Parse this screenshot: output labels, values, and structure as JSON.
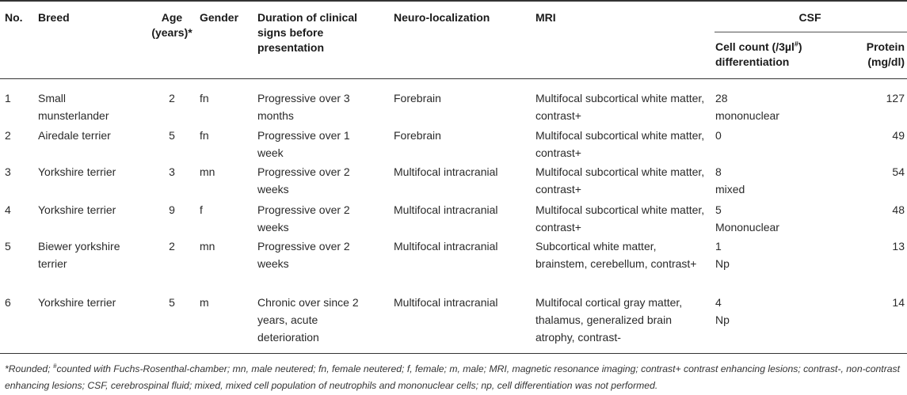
{
  "headers": {
    "no": "No.",
    "breed": "Breed",
    "age": "Age (years)*",
    "gender": "Gender",
    "duration": "Duration of clinical signs before presentation",
    "neuro": "Neuro-localization",
    "mri": "MRI",
    "csf": "CSF",
    "cell_count_pre": "Cell count (/3µl",
    "cell_count_sup": "#",
    "cell_count_post": ")",
    "cell_count_line2": "differentiation",
    "protein_line1": "Protein",
    "protein_line2": "(mg/dl)"
  },
  "rows": [
    {
      "no": "1",
      "breed": "Small munsterlander",
      "age": "2",
      "gender": "fn",
      "duration": "Progressive over 3 months",
      "neuro": "Forebrain",
      "mri": "Multifocal subcortical white matter, contrast+",
      "cell_count": "28",
      "differentiation": "mononuclear",
      "protein": "127"
    },
    {
      "no": "2",
      "breed": "Airedale terrier",
      "age": "5",
      "gender": "fn",
      "duration": "Progressive over 1 week",
      "neuro": "Forebrain",
      "mri": "Multifocal subcortical white matter, contrast+",
      "cell_count": "0",
      "differentiation": "",
      "protein": "49"
    },
    {
      "no": "3",
      "breed": "Yorkshire terrier",
      "age": "3",
      "gender": "mn",
      "duration": "Progressive over 2 weeks",
      "neuro": "Multifocal intracranial",
      "mri": "Multifocal subcortical white matter, contrast+",
      "cell_count": "8",
      "differentiation": "mixed",
      "protein": "54"
    },
    {
      "no": "4",
      "breed": "Yorkshire terrier",
      "age": "9",
      "gender": "f",
      "duration": "Progressive over 2 weeks",
      "neuro": "Multifocal intracranial",
      "mri": "Multifocal subcortical white matter, contrast+",
      "cell_count": "5",
      "differentiation": "Mononuclear",
      "protein": "48"
    },
    {
      "no": "5",
      "breed": "Biewer yorkshire terrier",
      "age": "2",
      "gender": "mn",
      "duration": "Progressive over 2 weeks",
      "neuro": "Multifocal intracranial",
      "mri": "Subcortical white matter, brainstem, cerebellum, contrast+",
      "cell_count": "1",
      "differentiation": "Np",
      "protein": "13"
    },
    {
      "no": "6",
      "breed": "Yorkshire terrier",
      "age": "5",
      "gender": "m",
      "duration": "Chronic over since 2 years, acute deterioration",
      "neuro": "Multifocal intracranial",
      "mri": "Multifocal cortical gray matter, thalamus, generalized brain atrophy, contrast-",
      "cell_count": "4",
      "differentiation": "Np",
      "protein": "14"
    }
  ],
  "footnote": {
    "part1": "*Rounded; ",
    "sup": "#",
    "part2": "counted with Fuchs-Rosenthal-chamber; mn, male neutered; fn, female neutered; f, female; m, male; MRI, magnetic resonance imaging; contrast+ contrast enhancing lesions; contrast-, non-contrast enhancing lesions; CSF, cerebrospinal fluid; mixed, mixed cell population of neutrophils and mononuclear cells; np, cell differentiation was not performed."
  }
}
